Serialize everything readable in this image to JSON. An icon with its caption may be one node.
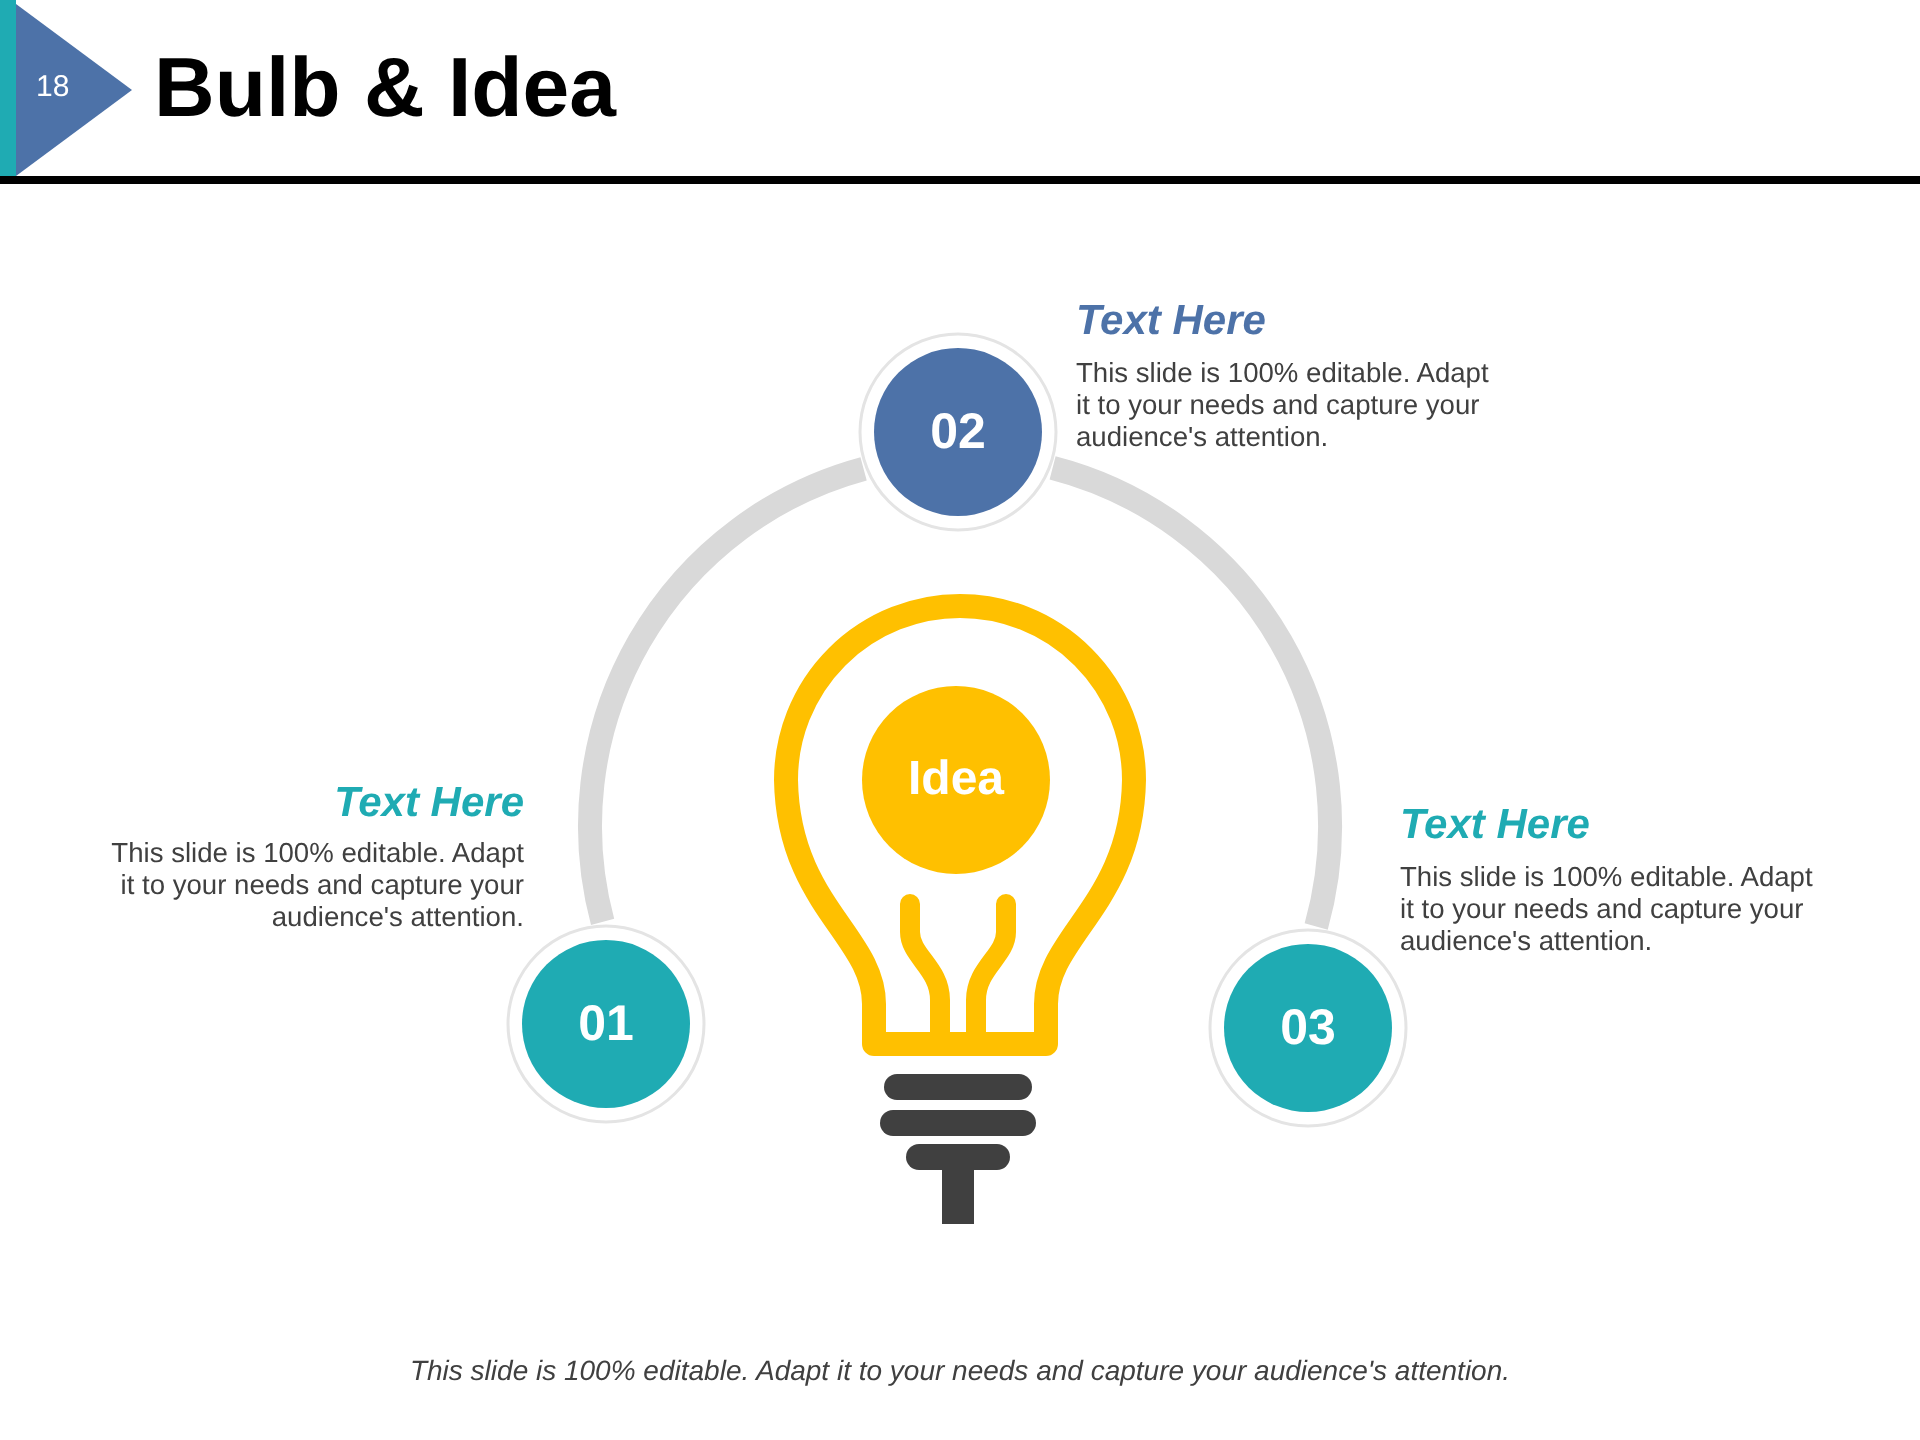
{
  "diagram": {
    "title": "Bulb & Idea",
    "caption": "This slide is 100% editable. Adapt it to your needs and capture your audience's attention.",
    "nodes": [
      {
        "text": [
          "01"
        ],
        "beside": [
          "Text Here",
          "This slide is 100% editable. Adapt it to your needs and capture your audience's attention."
        ]
      },
      {
        "text": [
          "02"
        ],
        "beside": [
          "Text Here",
          "This slide is 100% editable. Adapt it to your needs and capture your audience's attention."
        ]
      },
      {
        "text": [
          "03"
        ],
        "beside": [
          "Text Here",
          "This slide is 100% editable. Adapt it to your needs and capture your audience's attention."
        ]
      },
      {
        "text": [
          "Idea"
        ]
      }
    ],
    "edges": [
      {
        "from": 0,
        "to": 1,
        "arrow": "none"
      },
      {
        "from": 1,
        "to": 2,
        "arrow": "none"
      }
    ],
    "labels": [
      "18"
    ]
  }
}
